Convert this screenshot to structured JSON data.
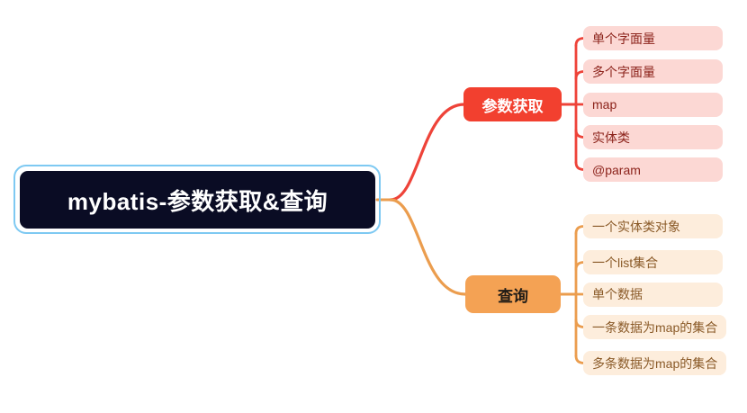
{
  "root": {
    "label": "mybatis-参数获取&查询"
  },
  "branches": [
    {
      "label": "参数获取",
      "node_color": "#f2402f",
      "line_color": "#ee4339",
      "label_color": "#ffffff",
      "child_bg": "#fcd8d4",
      "child_text_color": "#8c231b",
      "children": [
        {
          "label": "单个字面量"
        },
        {
          "label": "多个字面量"
        },
        {
          "label": "map"
        },
        {
          "label": "实体类"
        },
        {
          "label": "@param"
        }
      ]
    },
    {
      "label": "查询",
      "node_color": "#f4a254",
      "line_color": "#eb9d4e",
      "label_color": "#1f1b16",
      "child_bg": "#fdeddc",
      "child_text_color": "#8a5a28",
      "children": [
        {
          "label": "一个实体类对象"
        },
        {
          "label": "一个list集合"
        },
        {
          "label": "单个数据"
        },
        {
          "label": "一条数据为map的集合"
        },
        {
          "label": "多条数据为map的集合"
        }
      ]
    }
  ],
  "colors": {
    "canvas_bg": "#ffffff",
    "root_bg": "#0a0c24",
    "root_text": "#ffffff",
    "selection_ring": "#7ec9f2"
  }
}
